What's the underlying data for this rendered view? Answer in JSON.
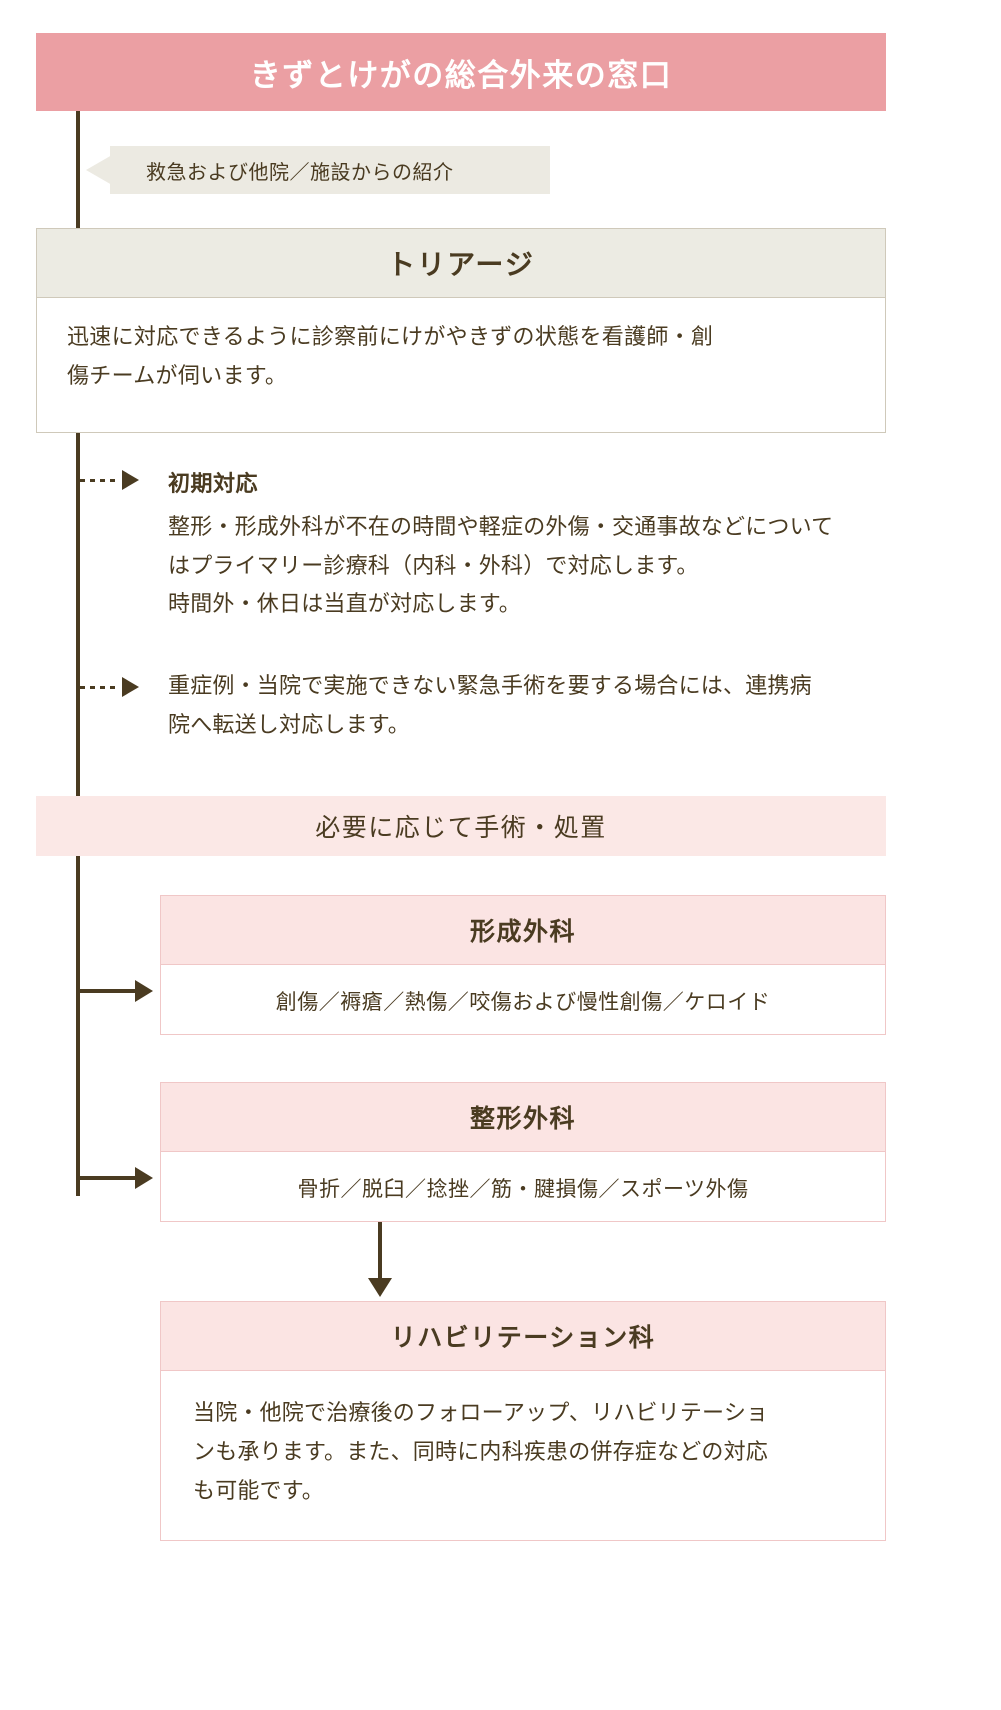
{
  "header": {
    "title": "きずとけがの総合外来の窓口"
  },
  "referral": {
    "label": "救急および他院／施設からの紹介"
  },
  "triage": {
    "heading": "トリアージ",
    "body_line1": "迅速に対応できるように診察前にけがやきずの状態を看護師・創",
    "body_line2": "傷チームが伺います。"
  },
  "bullets": [
    {
      "title": "初期対応",
      "lines": [
        "整形・形成外科が不在の時間や軽症の外傷・交通事故などについて",
        "はプライマリー診療科（内科・外科）で対応します。",
        "時間外・休日は当直が対応します。"
      ]
    },
    {
      "title": "",
      "lines": [
        "重症例・当院で実施できない緊急手術を要する場合には、連携病",
        "院へ転送し対応します。"
      ]
    }
  ],
  "band": {
    "label": "必要に応じて手術・処置"
  },
  "departments": [
    {
      "name": "形成外科",
      "detail": "創傷／褥瘡／熱傷／咬傷および慢性創傷／ケロイド"
    },
    {
      "name": "整形外科",
      "detail": "骨折／脱臼／捻挫／筋・腱損傷／スポーツ外傷"
    }
  ],
  "rehab": {
    "name": "リハビリテーション科",
    "body_line1": "当院・他院で治療後のフォローアップ、リハビリテーショ",
    "body_line2": "ンも承ります。また、同時に内科疾患の併存症などの対応",
    "body_line3": "も可能です。"
  },
  "colors": {
    "header_pink": "#eb9fa3",
    "band_pink": "#fbe8e6",
    "dept_head_pink": "#fbe4e3",
    "dept_border": "#f0c7c7",
    "triage_head_gray": "#ecebe3",
    "callout_gray": "#eceae2",
    "text_brown": "#4a3b21"
  }
}
